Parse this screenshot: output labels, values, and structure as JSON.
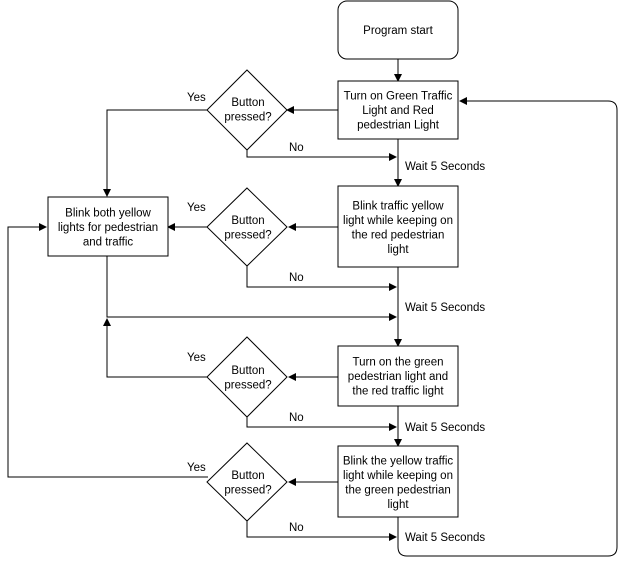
{
  "flowchart": {
    "start": {
      "lines": [
        "Program start"
      ]
    },
    "step1": {
      "lines": [
        "Turn on Green Traffic",
        "Light and Red",
        "pedestrian Light"
      ]
    },
    "step2": {
      "lines": [
        "Blink traffic yellow",
        "light while keeping on",
        "the red pedestrian",
        "light"
      ]
    },
    "step3": {
      "lines": [
        "Turn on the green",
        "pedestrian light and",
        "the red traffic light"
      ]
    },
    "step4": {
      "lines": [
        "Blink the yellow traffic",
        "light while keeping on",
        "the green pedestrian",
        "light"
      ]
    },
    "blink_both": {
      "lines": [
        "Blink both yellow",
        "lights for pedestrian",
        "and traffic"
      ]
    },
    "decision1": {
      "lines": [
        "Button",
        "pressed?"
      ]
    },
    "decision2": {
      "lines": [
        "Button",
        "pressed?"
      ]
    },
    "decision3": {
      "lines": [
        "Button",
        "pressed?"
      ]
    },
    "decision4": {
      "lines": [
        "Button",
        "pressed?"
      ]
    },
    "labels": {
      "yes1": "Yes",
      "no1": "No",
      "wait1": "Wait 5 Seconds",
      "yes2": "Yes",
      "no2": "No",
      "wait2": "Wait 5 Seconds",
      "yes3": "Yes",
      "no3": "No",
      "wait3": "Wait 5 Seconds",
      "yes4": "Yes",
      "no4": "No",
      "wait4": "Wait 5 Seconds"
    }
  }
}
